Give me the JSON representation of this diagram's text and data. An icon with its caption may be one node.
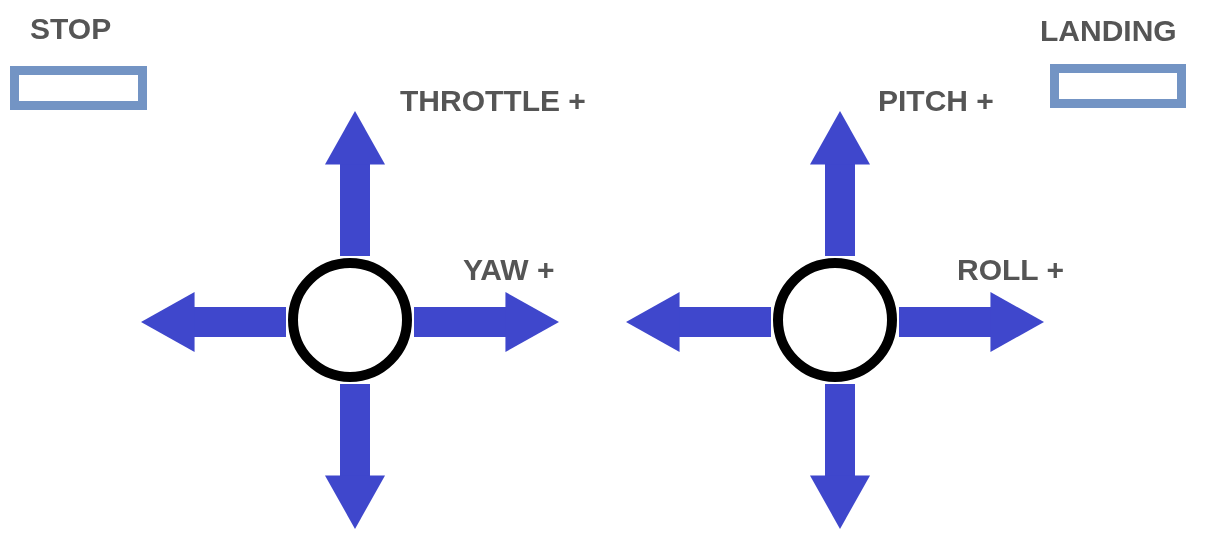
{
  "diagram": {
    "nodes": [
      {
        "text": [
          "STOP"
        ]
      },
      {
        "text": [
          "LANDING"
        ]
      },
      {
        "text": [],
        "shape": "circle"
      },
      {
        "text": [],
        "shape": "circle"
      }
    ],
    "edges": [
      {
        "from": 2,
        "to": null,
        "arrow": "to"
      },
      {
        "from": 2,
        "to": null,
        "arrow": "to"
      },
      {
        "from": 2,
        "to": null,
        "arrow": "to"
      },
      {
        "from": 2,
        "to": null,
        "arrow": "to"
      },
      {
        "from": 3,
        "to": null,
        "arrow": "to"
      },
      {
        "from": 3,
        "to": null,
        "arrow": "to"
      },
      {
        "from": 3,
        "to": null,
        "arrow": "to"
      },
      {
        "from": 3,
        "to": null,
        "arrow": "to"
      }
    ],
    "labels": [
      "THROTTLE +",
      "YAW +",
      "PITCH +",
      "ROLL +"
    ]
  }
}
